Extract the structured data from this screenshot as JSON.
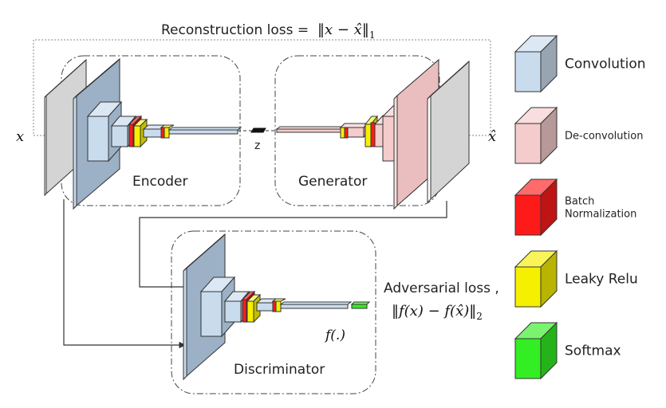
{
  "labels": {
    "reconstruction_loss": "Reconstruction loss  =",
    "reconstruction_formula": "‖x − x̂‖",
    "reconstruction_sub": "1",
    "input": "x",
    "output": "x̂",
    "latent": "z",
    "encoder": "Encoder",
    "generator": "Generator",
    "discriminator": "Discriminator",
    "adversarial_loss": "Adversarial loss ,",
    "adversarial_formula": "‖f(x) − f(x̂)‖",
    "adversarial_sub": "2",
    "feature": "f(.)"
  },
  "legend": [
    {
      "label": "Convolution",
      "icon": "convolution-block-icon",
      "color": "#c9dcee"
    },
    {
      "label": "De-convolution",
      "icon": "deconvolution-block-icon",
      "color": "#f4cccc"
    },
    {
      "label": "Batch\nNormalization",
      "icon": "batch-normalization-block-icon",
      "color": "#ff1a1a"
    },
    {
      "label": "Leaky Relu",
      "icon": "leaky-relu-block-icon",
      "color": "#f5f000"
    },
    {
      "label": "Softmax",
      "icon": "softmax-block-icon",
      "color": "#33ee22"
    }
  ],
  "colors": {
    "conv": "#c9dcee",
    "deconv": "#f4cccc",
    "batch_norm": "#ff1a1a",
    "leaky_relu": "#f5f000",
    "softmax": "#33ee22",
    "image": "#d4d4d4",
    "conv_plate": "#9cb0c6"
  }
}
